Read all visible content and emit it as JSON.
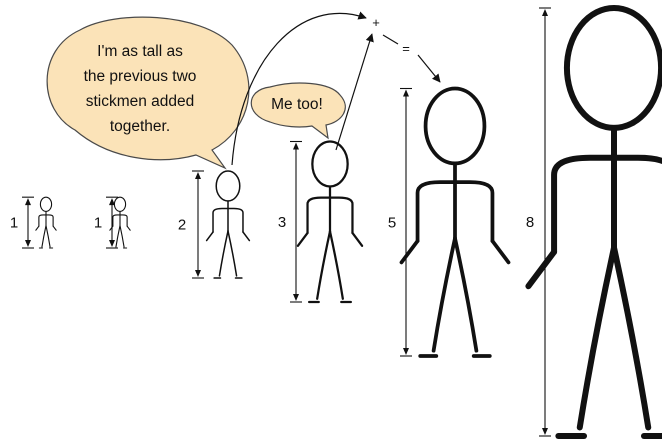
{
  "colors": {
    "bubble_fill": "#fbe3b8",
    "bubble_stroke": "#4a4a4a",
    "ink": "#111111"
  },
  "speech_bubble_large": {
    "lines": [
      "I'm as tall as",
      "the previous two",
      "stickmen added",
      "together."
    ]
  },
  "speech_bubble_small": {
    "text": "Me too!"
  },
  "operators": {
    "plus": "+",
    "equals": "="
  },
  "stickmen": [
    {
      "height": 1,
      "label": "1"
    },
    {
      "height": 1,
      "label": "1"
    },
    {
      "height": 2,
      "label": "2"
    },
    {
      "height": 3,
      "label": "3"
    },
    {
      "height": 5,
      "label": "5"
    },
    {
      "height": 8,
      "label": "8"
    }
  ]
}
